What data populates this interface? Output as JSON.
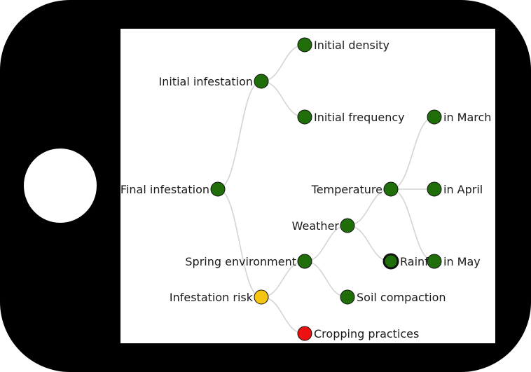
{
  "colors": {
    "device_body": "#000000",
    "screen": "#ffffff",
    "home_button": "#ffffff",
    "edge": "#d4d4d4",
    "node_stroke": "#111111",
    "green": "#1f6e0a",
    "yellow": "#f6c413",
    "red": "#ee1111"
  },
  "icons": {
    "device": "phone-landscape-icon",
    "home_button": "home-button-icon"
  },
  "tree": {
    "nodes": [
      {
        "id": "final",
        "label": "Final infestation",
        "status": "green",
        "parent": null
      },
      {
        "id": "initial",
        "label": "Initial infestation",
        "status": "green",
        "parent": "final"
      },
      {
        "id": "density",
        "label": "Initial density",
        "status": "green",
        "parent": "initial"
      },
      {
        "id": "frequency",
        "label": "Initial frequency",
        "status": "green",
        "parent": "initial"
      },
      {
        "id": "risk",
        "label": "Infestation risk",
        "status": "yellow",
        "parent": "final"
      },
      {
        "id": "spring",
        "label": "Spring environment",
        "status": "green",
        "parent": "risk"
      },
      {
        "id": "cropping",
        "label": "Cropping practices",
        "status": "red",
        "parent": "risk"
      },
      {
        "id": "weather",
        "label": "Weather",
        "status": "green",
        "parent": "spring"
      },
      {
        "id": "soil",
        "label": "Soil compaction",
        "status": "green",
        "parent": "spring"
      },
      {
        "id": "temperature",
        "label": "Temperature",
        "status": "green",
        "parent": "weather"
      },
      {
        "id": "rainfall",
        "label": "Rainfall",
        "status": "green",
        "parent": "weather",
        "emphasis": true
      },
      {
        "id": "march",
        "label": "in March",
        "status": "green",
        "parent": "temperature"
      },
      {
        "id": "april",
        "label": "in April",
        "status": "green",
        "parent": "temperature"
      },
      {
        "id": "may",
        "label": "in May",
        "status": "green",
        "parent": "temperature"
      }
    ]
  }
}
